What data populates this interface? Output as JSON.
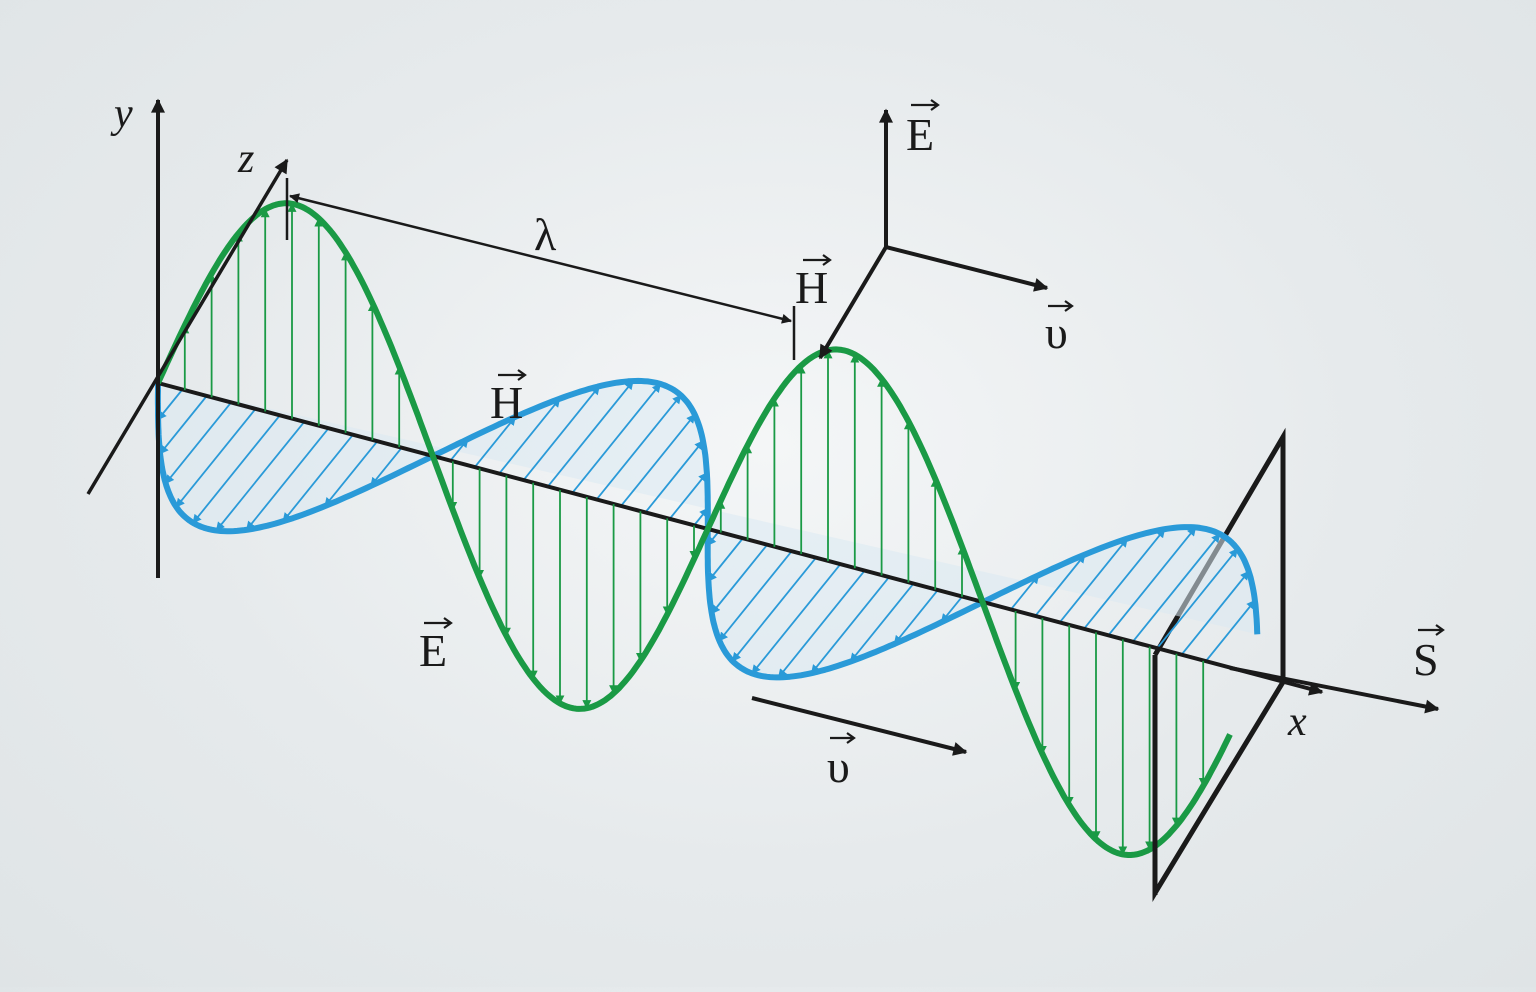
{
  "labels": {
    "y_axis": "y",
    "z_axis": "z",
    "x_axis": "x",
    "wavelength": "λ",
    "H_on_wave": "H",
    "E_on_wave": "E",
    "S": "S",
    "v_bottom": "υ",
    "E_inset": "E",
    "H_inset": "H",
    "v_inset": "υ"
  },
  "colors": {
    "electric_field": "#1a9a45",
    "magnetic_field": "#2a9ad8",
    "axes": "#1a1a1a",
    "background": "#e6eaec"
  }
}
